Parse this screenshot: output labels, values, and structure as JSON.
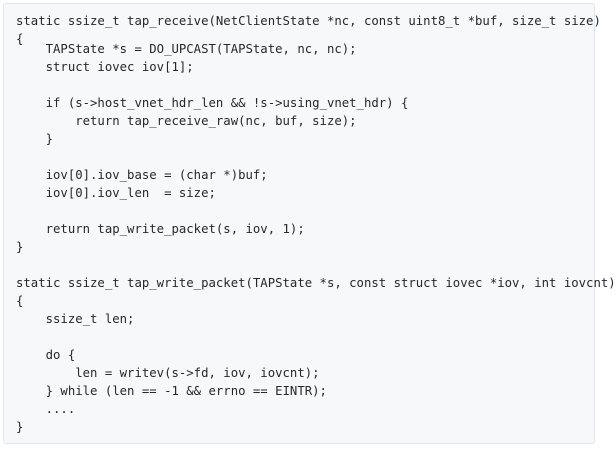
{
  "code_block": {
    "language": "c",
    "lines": [
      "static ssize_t tap_receive(NetClientState *nc, const uint8_t *buf, size_t size)",
      "{",
      "    TAPState *s = DO_UPCAST(TAPState, nc, nc);",
      "    struct iovec iov[1];",
      "",
      "    if (s->host_vnet_hdr_len && !s->using_vnet_hdr) {",
      "        return tap_receive_raw(nc, buf, size);",
      "    }",
      "",
      "    iov[0].iov_base = (char *)buf;",
      "    iov[0].iov_len  = size;",
      "",
      "    return tap_write_packet(s, iov, 1);",
      "}",
      "",
      "static ssize_t tap_write_packet(TAPState *s, const struct iovec *iov, int iovcnt)",
      "{",
      "    ssize_t len;",
      "",
      "    do {",
      "        len = writev(s->fd, iov, iovcnt);",
      "    } while (len == -1 && errno == EINTR);",
      "    ....",
      "}"
    ]
  }
}
